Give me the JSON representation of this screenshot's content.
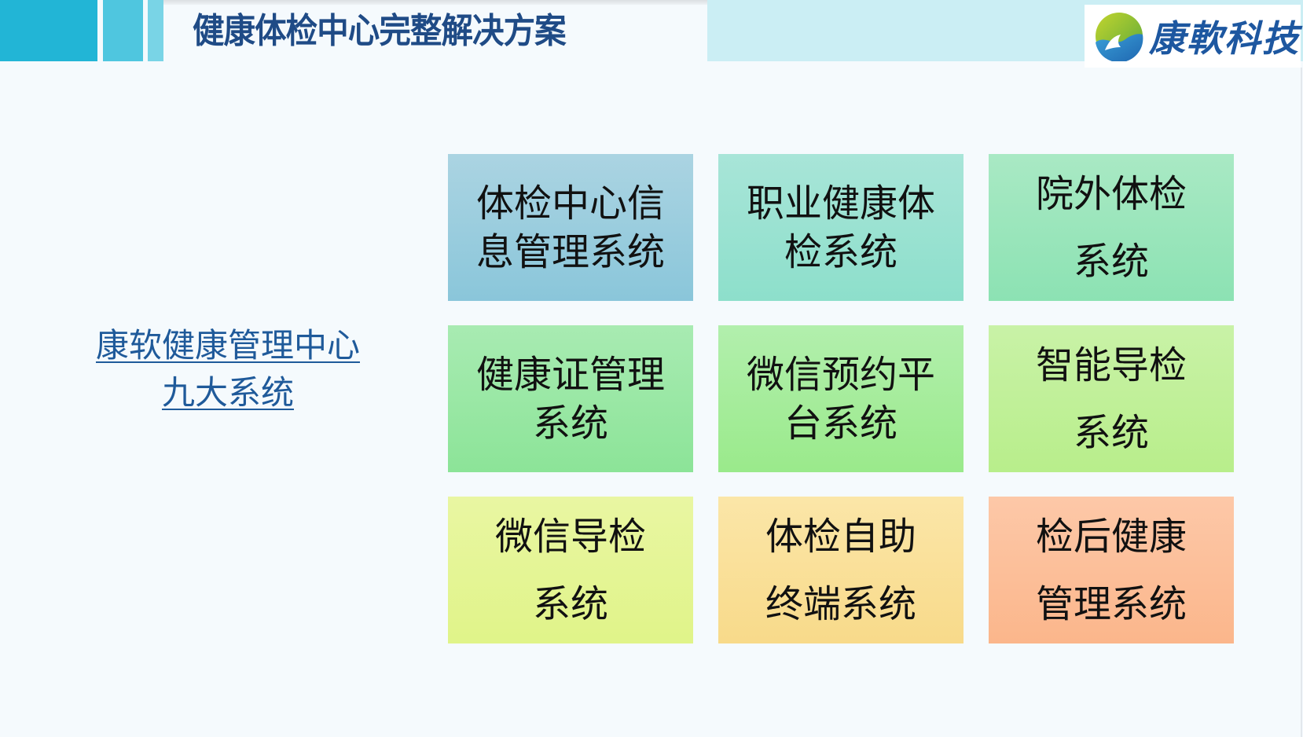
{
  "header": {
    "title": "健康体检中心完整解决方案",
    "colors": {
      "block1": "#22b5d6",
      "block2": "#4fc6df",
      "block3": "#79d4e6",
      "band": "#cbeef4",
      "title": "#1f4b86"
    }
  },
  "logo": {
    "icon": "globe-wave-icon",
    "text": "康軟科技"
  },
  "hub": {
    "line1": "康软健康管理中心",
    "line2": "九大系统",
    "color": "#1f5a9a"
  },
  "systems": [
    {
      "label": "体检中心信息管理系统",
      "colors": [
        "#abd4e2",
        "#8ac6da"
      ]
    },
    {
      "label": "职业健康体检系统",
      "colors": [
        "#a8e5d8",
        "#8ddfcb"
      ]
    },
    {
      "label": "院外体检系统",
      "colors": [
        "#a9e9c4",
        "#8ce2b3"
      ]
    },
    {
      "label": "健康证管理系统",
      "colors": [
        "#a8ebb2",
        "#8ce498"
      ]
    },
    {
      "label": "微信预约平台系统",
      "colors": [
        "#b2efad",
        "#9aea8b"
      ]
    },
    {
      "label": "智能导检系统",
      "colors": [
        "#c9f2a7",
        "#b8ee8b"
      ]
    },
    {
      "label": "微信导检系统",
      "colors": [
        "#e9f6a2",
        "#e0f489"
      ]
    },
    {
      "label": "体检自助终端系统",
      "colors": [
        "#fbe6a8",
        "#f8da8a"
      ]
    },
    {
      "label": "检后健康管理系统",
      "colors": [
        "#fdc8a8",
        "#fbb68b"
      ]
    }
  ]
}
